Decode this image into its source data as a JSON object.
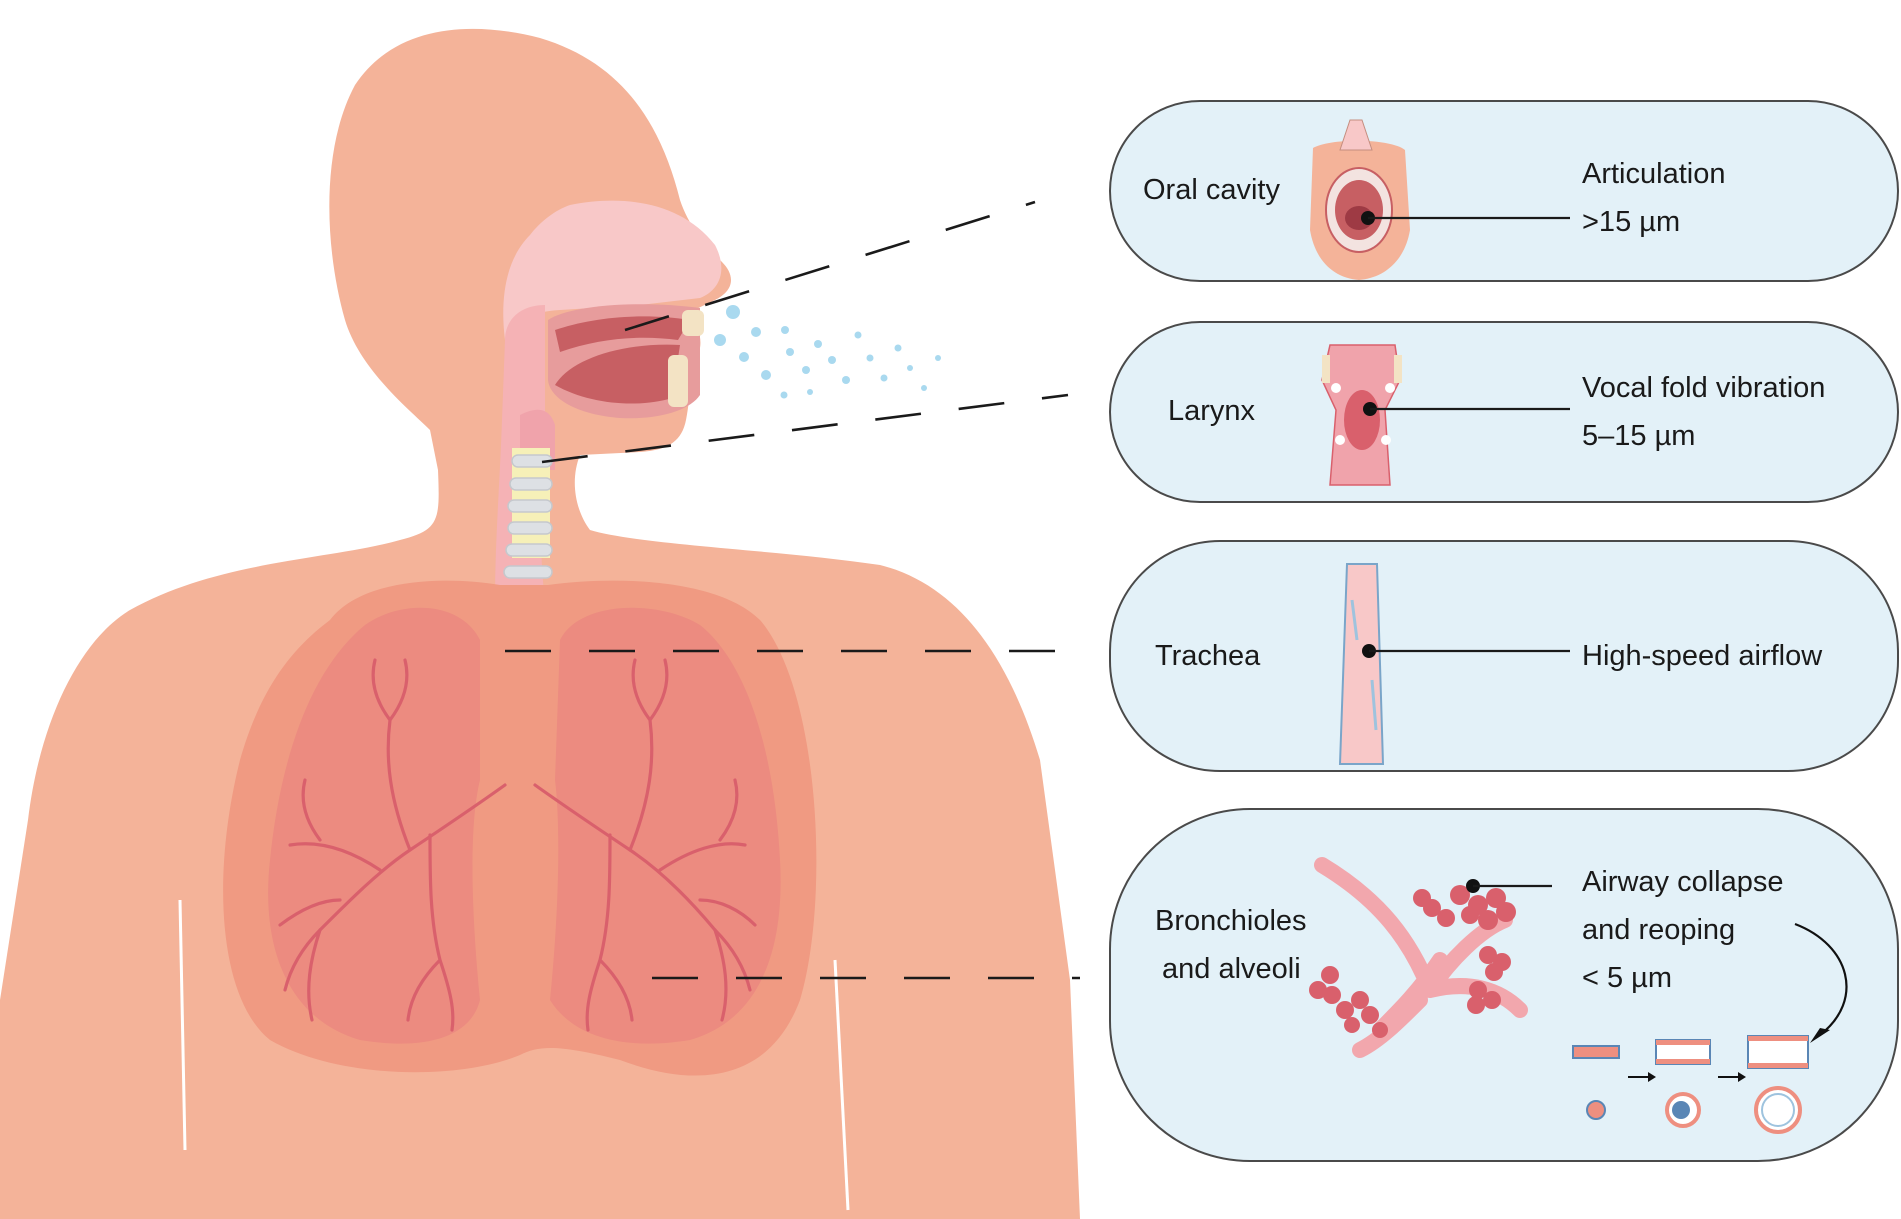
{
  "colors": {
    "skin": "#f4b399",
    "panel_fill": "#e3f1f8",
    "lung": "#ee8f80",
    "airway": "#d9606c",
    "droplet": "#a9d9ef"
  },
  "panels": [
    {
      "region": "Oral cavity",
      "mechanism": "Articulation",
      "size": ">15 µm"
    },
    {
      "region": "Larynx",
      "mechanism": "Vocal fold vibration",
      "size": "5–15 µm"
    },
    {
      "region": "Trachea",
      "mechanism": "High-speed airflow"
    },
    {
      "region_line1": "Bronchioles",
      "region_line2": "and alveoli",
      "mechanism_line1": "Airway collapse",
      "mechanism_line2": "and reoping",
      "size": "< 5 µm"
    }
  ]
}
